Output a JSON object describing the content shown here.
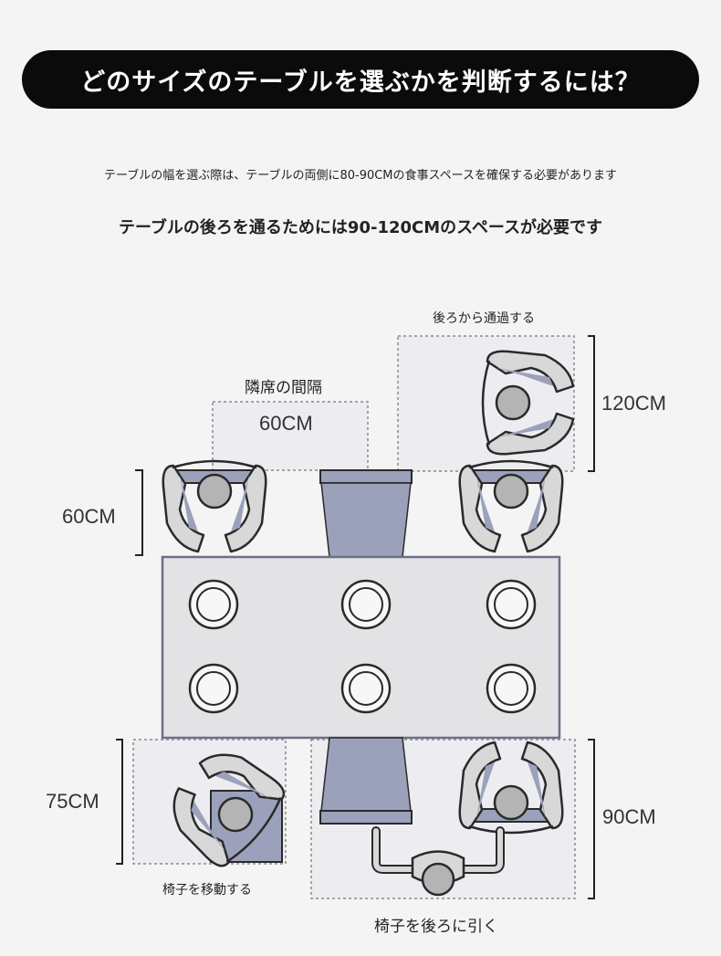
{
  "header": {
    "title": "どのサイズのテーブルを選ぶかを判断するには？"
  },
  "notes": {
    "line1": "テーブルの幅を選ぶ際は、テーブルの両側に80-90CMの食事スペースを確保する必要があります",
    "line2": "テーブルの後ろを通るためには90-120CMのスペースが必要です"
  },
  "diagram": {
    "label_pass_behind": "後ろから通過する",
    "label_seat_gap": "隣席の間隔",
    "label_move_chair": "椅子を移動する",
    "label_pull_chair": "椅子を後ろに引く",
    "dim_60_gap": "60CM",
    "dim_60_depth": "60CM",
    "dim_120": "120CM",
    "dim_75": "75CM",
    "dim_90": "90CM"
  },
  "colors": {
    "title_bg": "#0b0b0b",
    "table_fill": "#e3e3e5",
    "table_border": "#6c6f88",
    "chair_seat": "#9ba1bb",
    "zone_border": "#8a8a8a",
    "person_head": "#b4b4b4"
  }
}
